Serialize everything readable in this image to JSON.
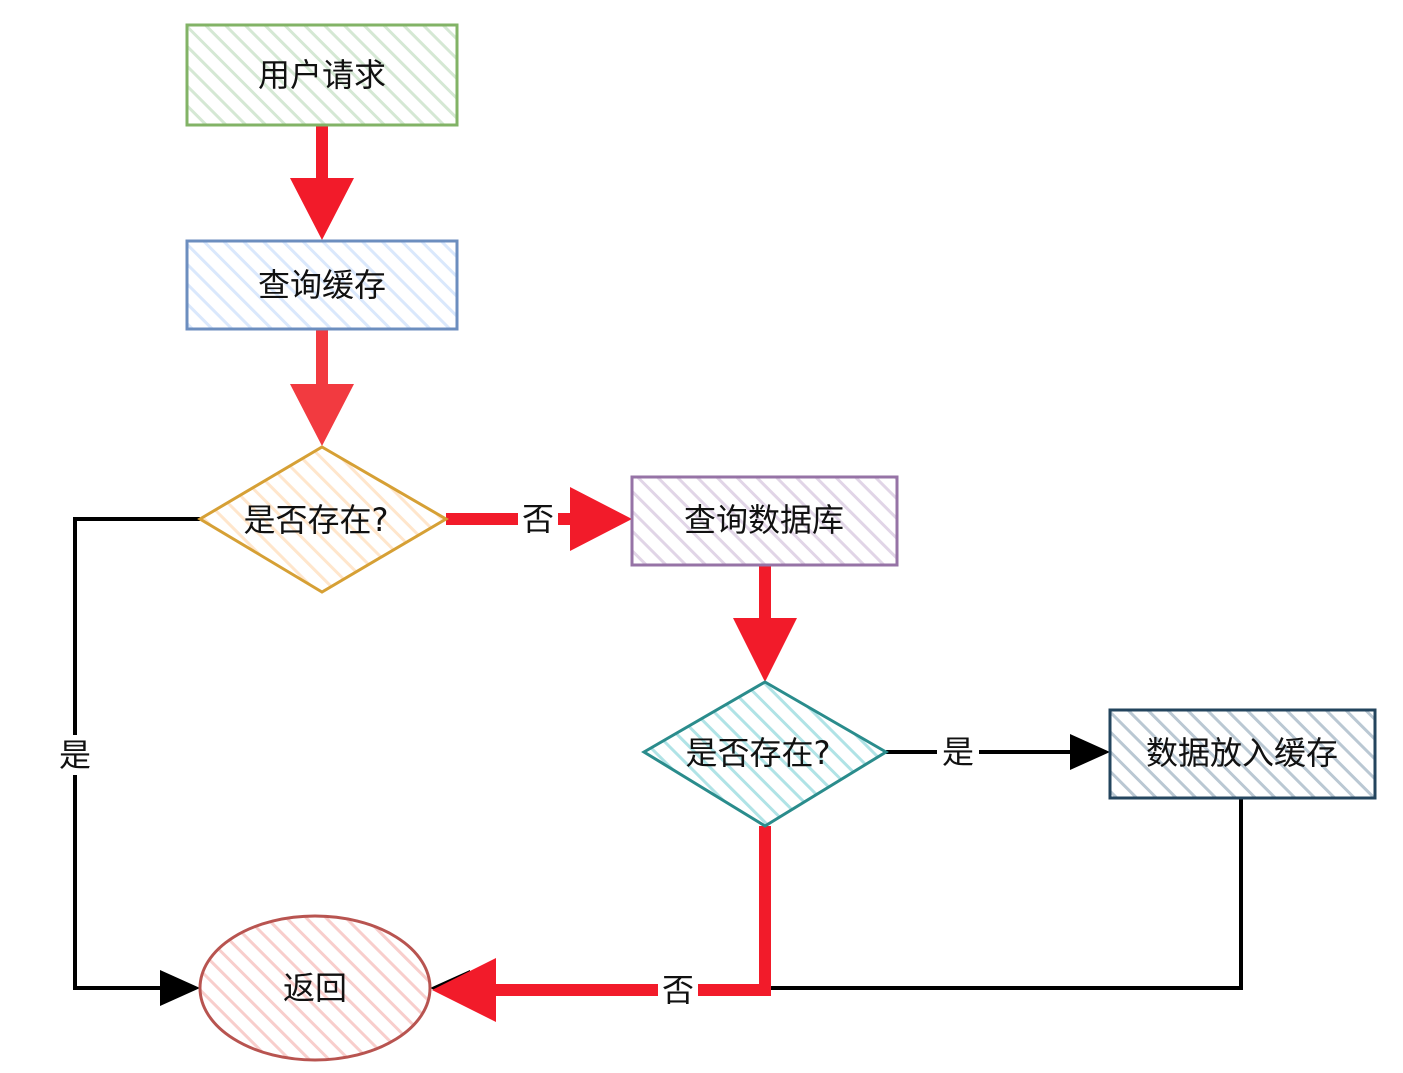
{
  "nodes": {
    "user_request": {
      "label": "用户请求",
      "shape": "rect",
      "stroke": "#82b366",
      "fill": "#d5e8d4"
    },
    "query_cache": {
      "label": "查询缓存",
      "shape": "rect",
      "stroke": "#6c8ebf",
      "fill": "#dae8fc"
    },
    "exists_1": {
      "label": "是否存在?",
      "shape": "diamond",
      "stroke": "#d6a035",
      "fill": "#ffe6cc"
    },
    "query_db": {
      "label": "查询数据库",
      "shape": "rect",
      "stroke": "#9673a6",
      "fill": "#e1d5e7"
    },
    "exists_2": {
      "label": "是否存在?",
      "shape": "diamond",
      "stroke": "#2a8c8c",
      "fill": "#b0e3e6"
    },
    "put_cache": {
      "label": "数据放入缓存",
      "shape": "rect",
      "stroke": "#23445d",
      "fill": "#bac8d3"
    },
    "return": {
      "label": "返回",
      "shape": "ellipse",
      "stroke": "#b85450",
      "fill": "#f8cecc"
    }
  },
  "edges": {
    "exists1_no": {
      "label": "否"
    },
    "exists1_yes": {
      "label": "是"
    },
    "exists2_yes": {
      "label": "是"
    },
    "exists2_no": {
      "label": "否"
    }
  },
  "colors": {
    "main_path": "#f21b2a",
    "side_path": "#000000"
  }
}
